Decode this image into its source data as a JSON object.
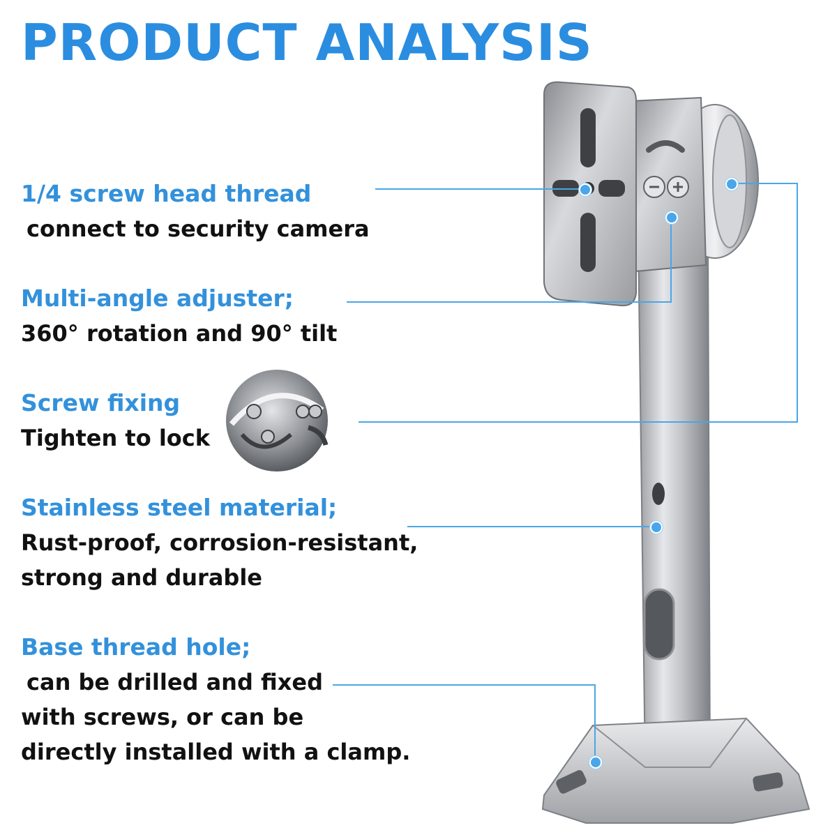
{
  "title": "PRODUCT ANALYSIS",
  "features": [
    {
      "heading": "1/4 screw head thread",
      "lines": [
        "connect to security camera"
      ]
    },
    {
      "heading": "Multi-angle adjuster;",
      "lines": [
        "360° rotation and 90° tilt"
      ]
    },
    {
      "heading": "Screw fixing",
      "lines": [
        "Tighten to lock"
      ]
    },
    {
      "heading": "Stainless steel material;",
      "lines": [
        "Rust-proof, corrosion-resistant,",
        "strong and durable"
      ]
    },
    {
      "heading": "Base thread hole;",
      "lines": [
        "can be drilled and fixed",
        "with screws, or can be",
        "directly installed with a clamp."
      ]
    }
  ],
  "colors": {
    "accent": "#2b8de0",
    "heading": "#3391db",
    "text": "#111111",
    "callout": "#4aa6e8",
    "steel_light": "#e8e8ea",
    "steel_mid": "#b4b6ba",
    "steel_dark": "#6f7277"
  },
  "icons": {
    "product": "camera-bracket-image",
    "inset": "screw-closeup-image"
  }
}
